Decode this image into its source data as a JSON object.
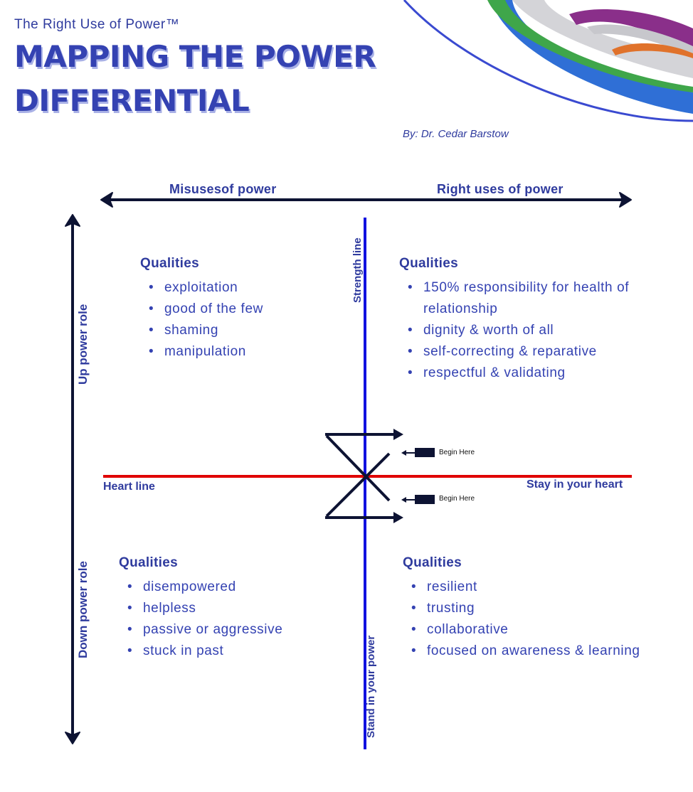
{
  "header": {
    "brand": "The Right Use of Power™",
    "title_line1": "MAPPING THE POWER",
    "title_line2": "DIFFERENTIAL",
    "byline": "By: Dr. Cedar Barstow"
  },
  "axes": {
    "top_left": "Misusesof power",
    "top_right": "Right uses of power",
    "up_role": "Up power role",
    "down_role": "Down power role",
    "strength_line": "Strength line",
    "stand": "Stand in your power",
    "heart_line": "Heart line",
    "stay": "Stay in your heart"
  },
  "markers": {
    "begin_upper": "Begin Here",
    "begin_lower": "Begin Here"
  },
  "quadrants": {
    "top_left": {
      "heading": "Qualities",
      "items": [
        "exploitation",
        "good of the few",
        "shaming",
        "manipulation"
      ]
    },
    "top_right": {
      "heading": "Qualities",
      "items": [
        "150% responsibility for health of relationship",
        "dignity & worth of all",
        "self-correcting & reparative",
        "respectful & validating"
      ]
    },
    "bottom_left": {
      "heading": "Qualities",
      "items": [
        "disempowered",
        "helpless",
        "passive or aggressive",
        "stuck in past"
      ]
    },
    "bottom_right": {
      "heading": "Qualities",
      "items": [
        "resilient",
        "trusting",
        "collaborative",
        "focused on awareness & learning"
      ]
    }
  },
  "colors": {
    "text": "#2f3b9e",
    "axis_dark": "#0d1333",
    "strength_line": "#1010e0",
    "heart_line": "#e00000"
  }
}
